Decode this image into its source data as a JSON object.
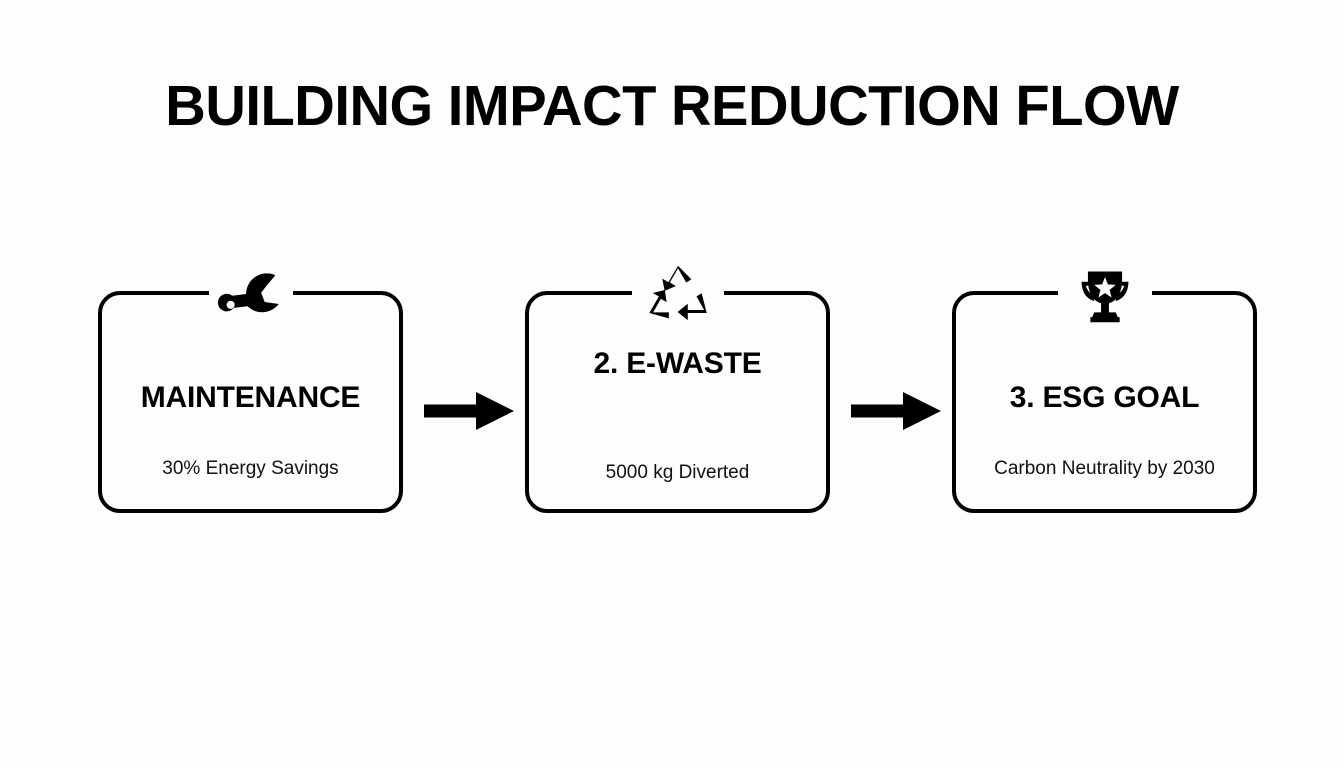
{
  "slide": {
    "title": "BUILDING IMPACT REDUCTION FLOW",
    "background_color": "#fdfdfd",
    "ink_color": "#000000"
  },
  "flow": {
    "steps": [
      {
        "icon": "wrench-icon",
        "title": "MAINTENANCE",
        "subtitle": "30% Energy Savings"
      },
      {
        "icon": "recycle-icon",
        "title": "2. E-WASTE",
        "subtitle": "5000 kg Diverted"
      },
      {
        "icon": "trophy-icon",
        "title": "3. ESG GOAL",
        "subtitle": "Carbon Neutrality by 2030"
      }
    ],
    "connectors": [
      {
        "icon": "arrow-right-icon"
      },
      {
        "icon": "arrow-right-icon"
      }
    ]
  }
}
